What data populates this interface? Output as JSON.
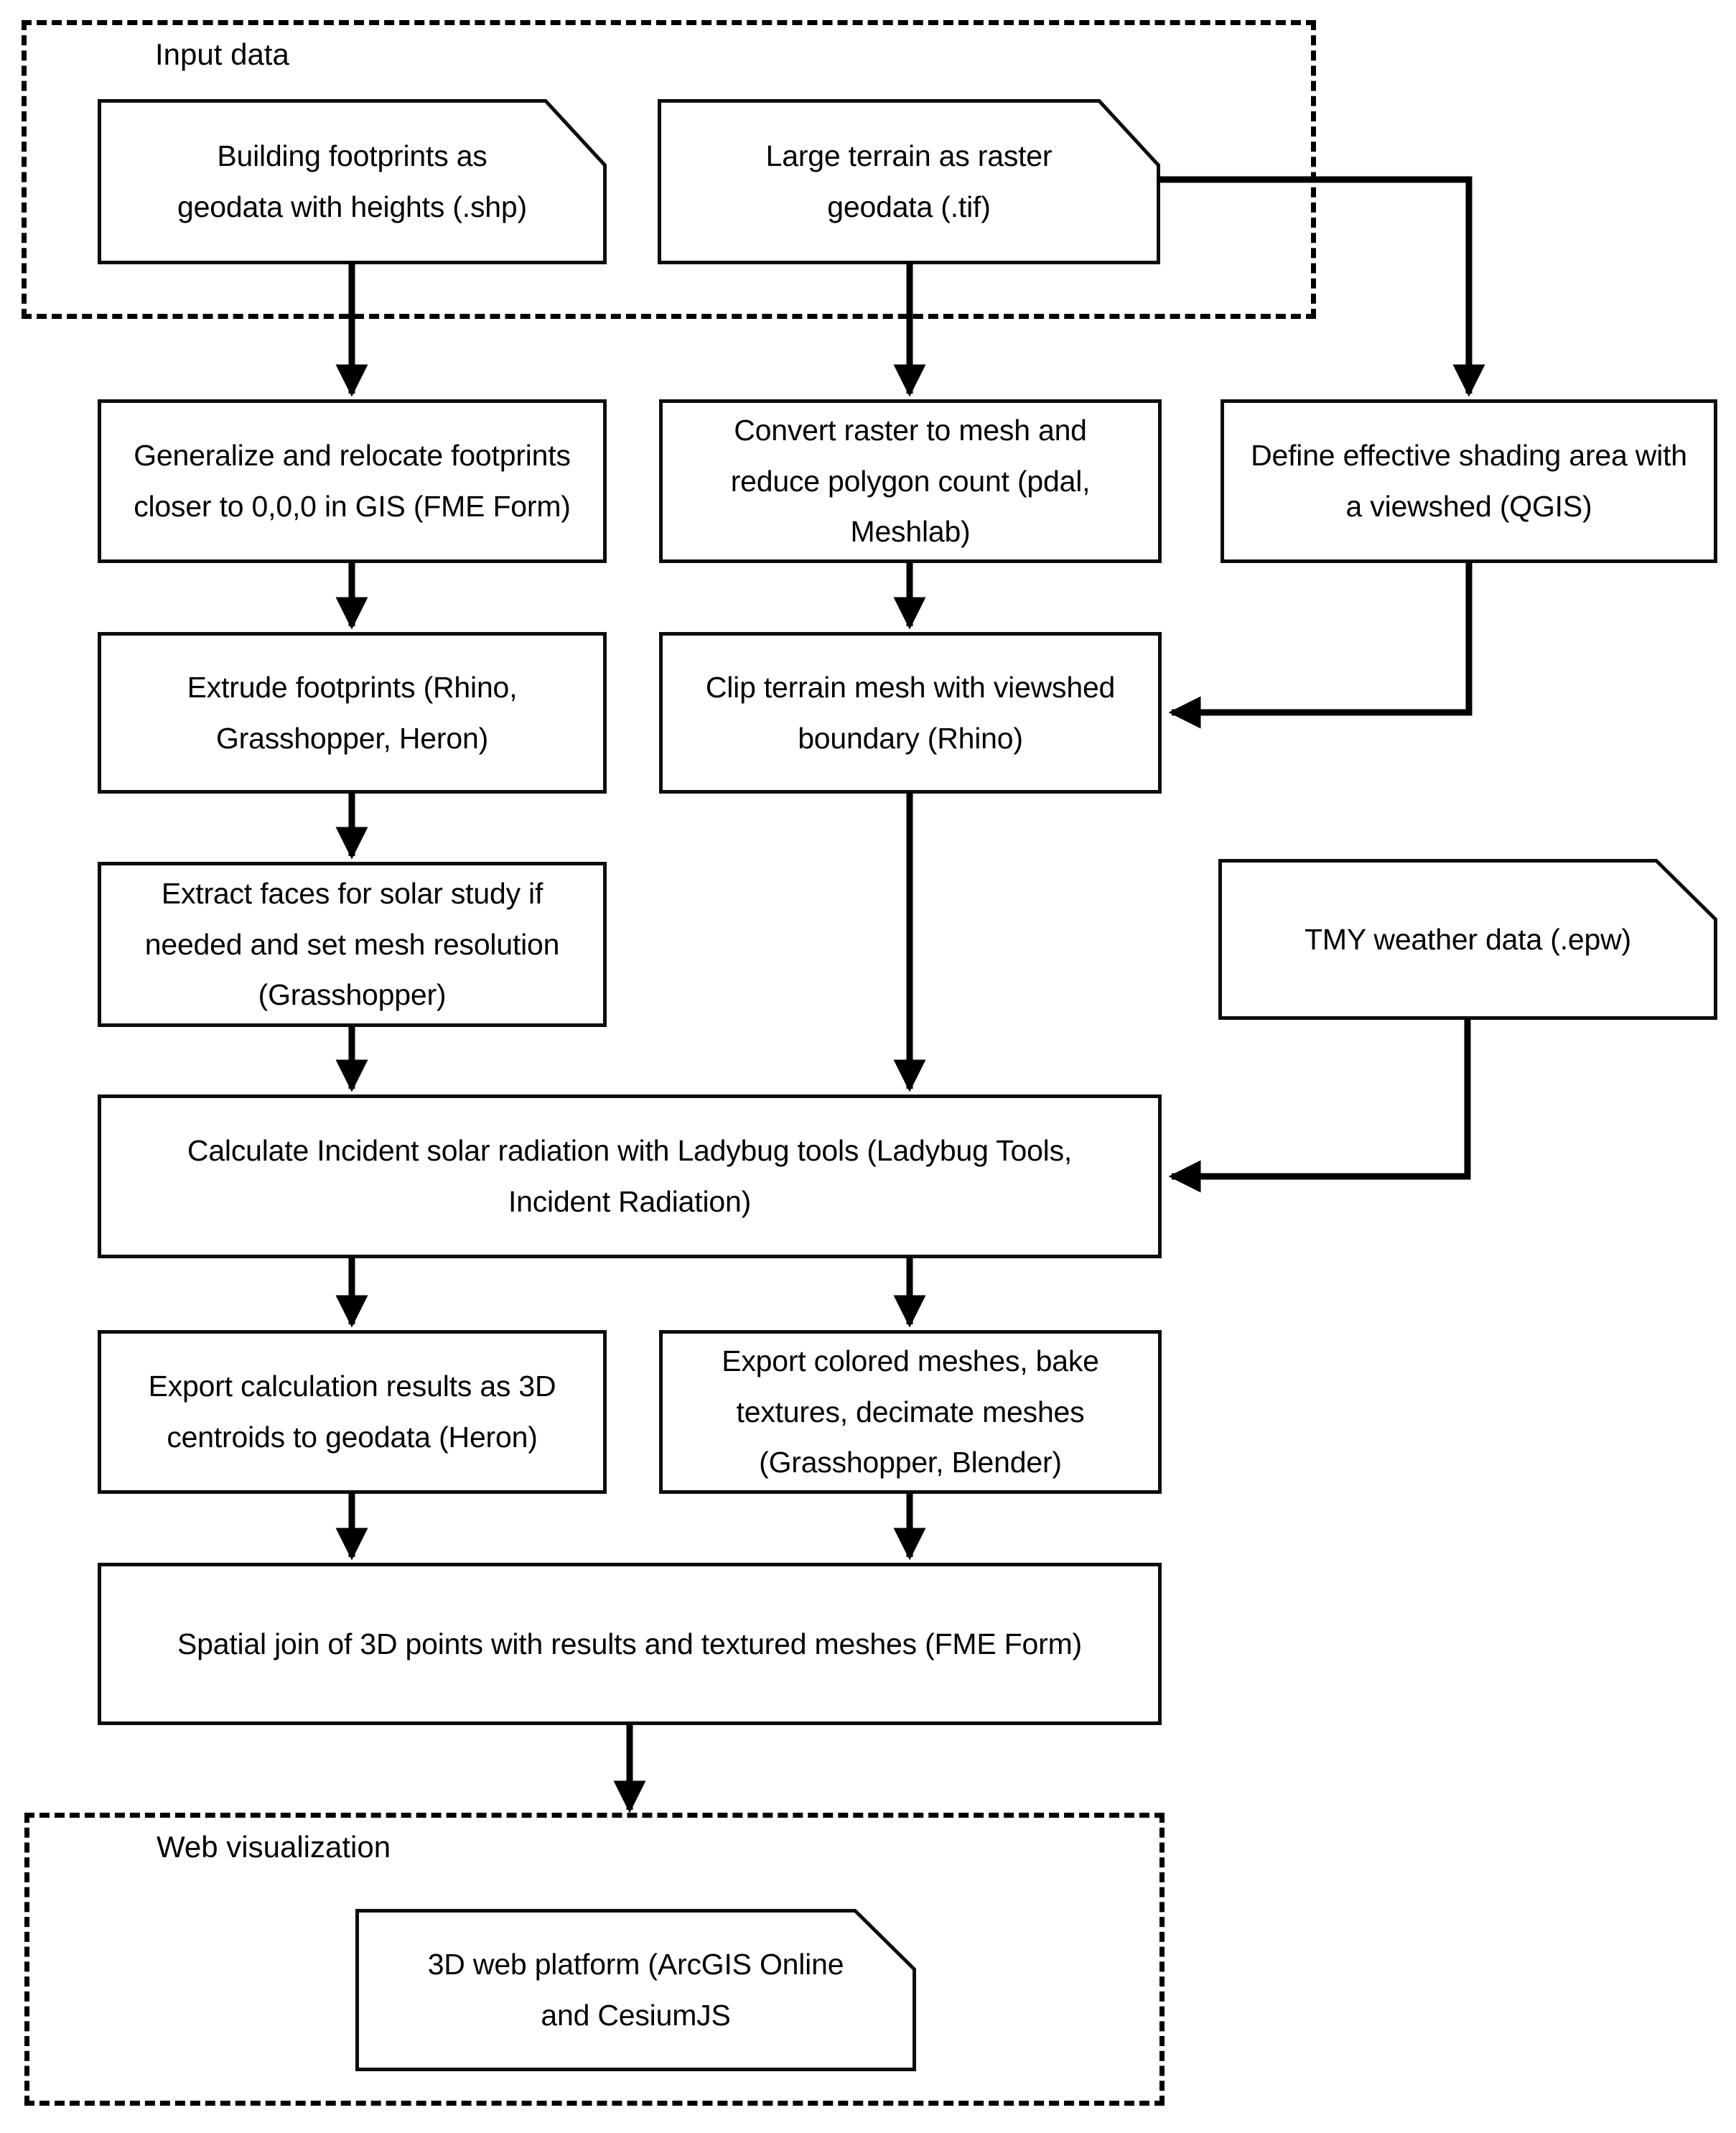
{
  "groups": {
    "input": {
      "label": "Input data"
    },
    "webviz": {
      "label": "Web visualization"
    }
  },
  "nodes": {
    "building": {
      "type": "data",
      "text": "Building footprints as\ngeodata with heights (.shp)"
    },
    "terrain": {
      "type": "data",
      "text": "Large terrain as raster\ngeodata (.tif)"
    },
    "generalize": {
      "type": "process",
      "text": "Generalize and relocate footprints\ncloser to 0,0,0 in GIS (FME Form)"
    },
    "convert": {
      "type": "process",
      "text": "Convert raster to mesh and\nreduce polygon count (pdal,\nMeshlab)"
    },
    "viewshed": {
      "type": "process",
      "text": "Define effective shading area with\na viewshed (QGIS)"
    },
    "extrude": {
      "type": "process",
      "text": "Extrude footprints (Rhino,\nGrasshopper, Heron)"
    },
    "clip": {
      "type": "process",
      "text": "Clip terrain mesh with viewshed\nboundary (Rhino)"
    },
    "extract": {
      "type": "process",
      "text": "Extract faces for solar study if\nneeded and set mesh resolution\n(Grasshopper)"
    },
    "tmy": {
      "type": "data",
      "text": "TMY weather data (.epw)"
    },
    "calculate": {
      "type": "process",
      "text": "Calculate Incident solar radiation with Ladybug tools (Ladybug Tools,\nIncident Radiation)"
    },
    "export_centroids": {
      "type": "process",
      "text": "Export calculation results as 3D\ncentroids to geodata (Heron)"
    },
    "export_meshes": {
      "type": "process",
      "text": "Export colored meshes, bake\ntextures, decimate meshes\n(Grasshopper, Blender)"
    },
    "spatial_join": {
      "type": "process",
      "text": "Spatial join of 3D points with results and textured meshes (FME Form)"
    },
    "platform": {
      "type": "data",
      "text": "3D web platform (ArcGIS Online\nand CesiumJS"
    }
  },
  "edges": [
    {
      "from": "building",
      "to": "generalize"
    },
    {
      "from": "terrain",
      "to": "convert"
    },
    {
      "from": "terrain",
      "to": "viewshed"
    },
    {
      "from": "generalize",
      "to": "extrude"
    },
    {
      "from": "convert",
      "to": "clip"
    },
    {
      "from": "viewshed",
      "to": "clip"
    },
    {
      "from": "extrude",
      "to": "extract"
    },
    {
      "from": "clip",
      "to": "calculate"
    },
    {
      "from": "extract",
      "to": "calculate"
    },
    {
      "from": "tmy",
      "to": "calculate"
    },
    {
      "from": "calculate",
      "to": "export_centroids"
    },
    {
      "from": "calculate",
      "to": "export_meshes"
    },
    {
      "from": "export_centroids",
      "to": "spatial_join"
    },
    {
      "from": "export_meshes",
      "to": "spatial_join"
    },
    {
      "from": "spatial_join",
      "to": "platform"
    }
  ],
  "colors": {
    "ink": "#000000",
    "background": "#ffffff"
  }
}
